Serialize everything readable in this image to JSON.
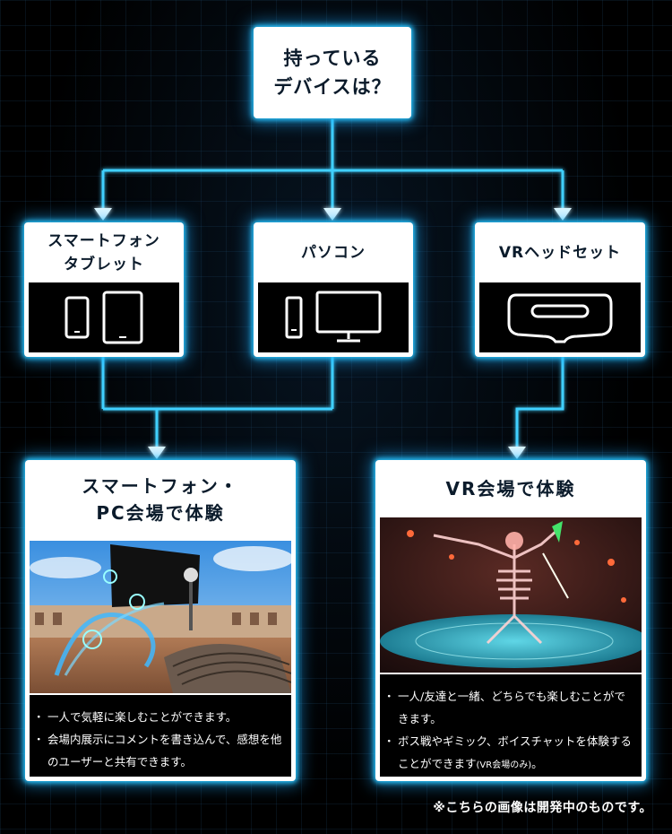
{
  "question": {
    "line1": "持っている",
    "line2": "デバイスは？"
  },
  "devices": [
    {
      "line1": "スマートフォン",
      "line2": "タブレット",
      "icons": [
        "smartphone-icon",
        "tablet-icon"
      ]
    },
    {
      "line1": "パソコン",
      "icons": [
        "pc-tower-icon",
        "monitor-icon"
      ]
    },
    {
      "line1": "VRヘッドセット",
      "icons": [
        "vr-headset-icon"
      ]
    }
  ],
  "results": [
    {
      "line1": "スマートフォン・",
      "line2": "PC会場で体験",
      "items": [
        "一人で気軽に楽しむことができます。",
        "会場内展示にコメントを書き込んで、感想を他のユーザーと共有できます。"
      ]
    },
    {
      "line1": "VR会場で体験",
      "items": [
        "一人/友達と一緒、どちらでも楽しむことができます。",
        "ボス戦やギミック、ボイスチャットを体験することができます"
      ],
      "item2_note": "(VR会場のみ)",
      "item2_end": "。"
    }
  ],
  "footer_note": "※こちらの画像は開発中のものです。",
  "colors": {
    "accent_glow": "#29c6ff",
    "line": "#3fd0ff",
    "box_bg": "#ffffff",
    "panel_bg": "#000000"
  }
}
